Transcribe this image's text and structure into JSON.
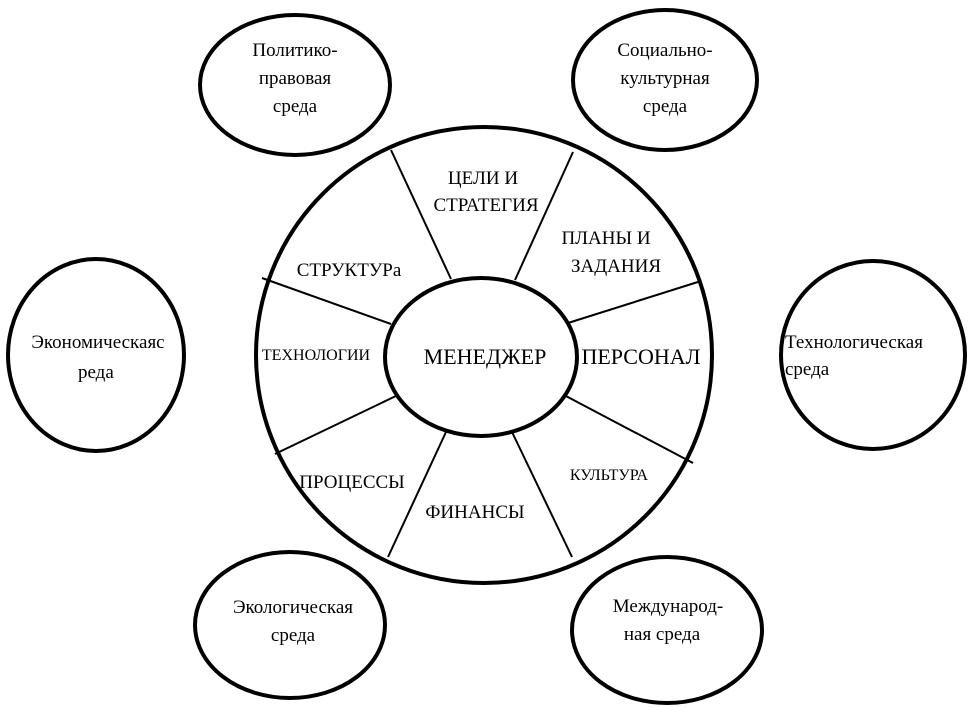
{
  "environments": {
    "political_legal": {
      "lines": [
        "Политико-",
        "правовая",
        "среда"
      ]
    },
    "socio_cultural": {
      "lines": [
        "Социально-",
        "культурная",
        "среда"
      ]
    },
    "economic": {
      "lines": [
        "Экономическаяс",
        "реда"
      ]
    },
    "technological": {
      "lines": [
        "Технологическая",
        "среда"
      ]
    },
    "ecological": {
      "lines": [
        "Экологическая",
        "среда"
      ]
    },
    "international": {
      "lines": [
        "Международ-",
        "ная среда"
      ]
    }
  },
  "center": {
    "label": "МЕНЕДЖЕР"
  },
  "sectors": {
    "goals": {
      "lines": [
        "ЦЕЛИ И",
        "СТРАТЕГИЯ"
      ]
    },
    "plans": {
      "lines": [
        "ПЛАНЫ И",
        "ЗАДАНИЯ"
      ]
    },
    "personnel": {
      "label": "ПЕРСОНАЛ"
    },
    "culture": {
      "label": "КУЛЬТУРА"
    },
    "finance": {
      "label": "ФИНАНСЫ"
    },
    "processes": {
      "label": "ПРОЦЕССЫ"
    },
    "technologies": {
      "label": "ТЕХНОЛОГИИ"
    },
    "structure": {
      "label": "СТРУКТУРа"
    }
  }
}
